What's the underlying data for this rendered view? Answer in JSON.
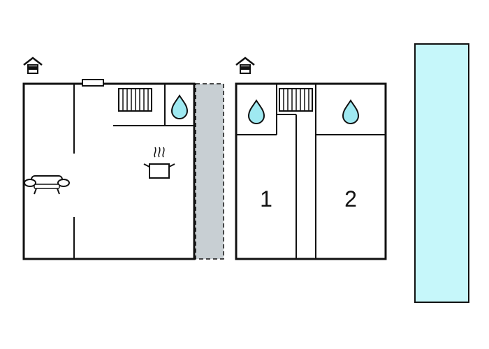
{
  "floorplan": {
    "ground_floor": {
      "entrance_icon": "house-entrance-icon",
      "rooms": [
        {
          "id": "living",
          "icon": "sofa-icon"
        },
        {
          "id": "kitchen",
          "icon": "cooking-pot-icon"
        },
        {
          "id": "bathroom",
          "icon": "water-drop-icon"
        }
      ],
      "fixtures": [
        "radiator-icon",
        "window"
      ]
    },
    "upper_floor": {
      "entrance_icon": "house-entrance-icon",
      "rooms": [
        {
          "id": "bedroom-1",
          "label": "1"
        },
        {
          "id": "bedroom-2",
          "label": "2"
        }
      ],
      "bathrooms": [
        "water-drop-icon",
        "water-drop-icon"
      ],
      "fixtures": [
        "radiator-icon"
      ]
    },
    "terrace": {
      "fill_color": "#c8cfd3"
    },
    "pool": {
      "fill_color": "#c6f7fa",
      "stroke_color": "#111111"
    },
    "colors": {
      "wall": "#111111",
      "drop": "#9fe9f1",
      "background": "#ffffff"
    }
  }
}
